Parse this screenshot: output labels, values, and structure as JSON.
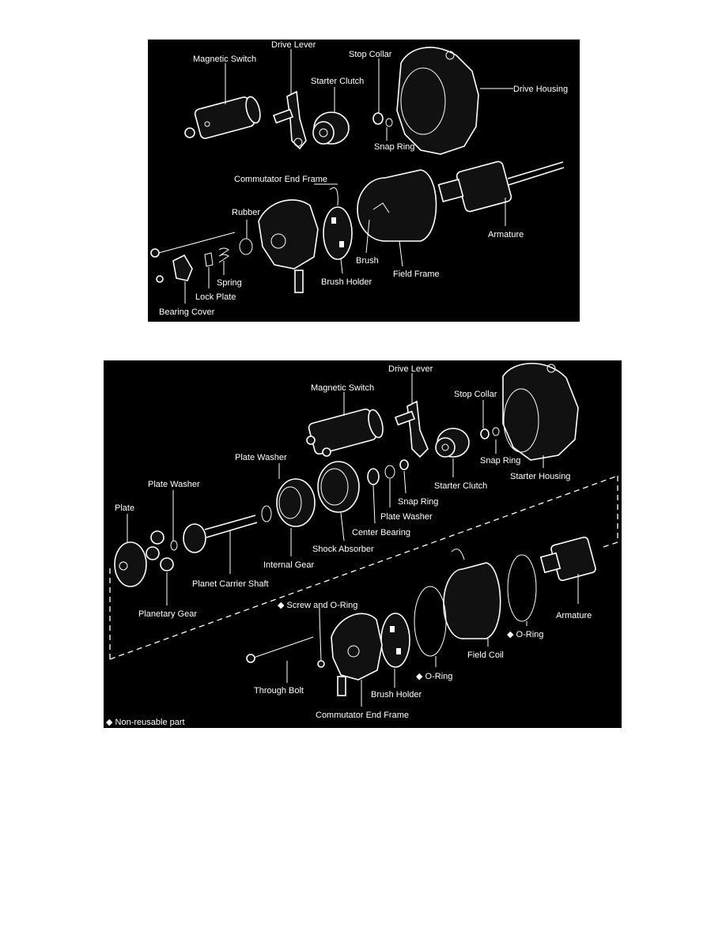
{
  "top_diagram": {
    "labels": {
      "magnetic_switch": "Magnetic Switch",
      "drive_lever": "Drive Lever",
      "stop_collar": "Stop Collar",
      "starter_clutch": "Starter Clutch",
      "drive_housing": "Drive Housing",
      "snap_ring": "Snap Ring",
      "commutator_end_frame": "Commutator End Frame",
      "rubber": "Rubber",
      "armature": "Armature",
      "brush": "Brush",
      "field_frame": "Field Frame",
      "brush_holder": "Brush Holder",
      "spring": "Spring",
      "lock_plate": "Lock Plate",
      "bearing_cover": "Bearing Cover"
    }
  },
  "bottom_diagram": {
    "labels": {
      "drive_lever": "Drive Lever",
      "magnetic_switch": "Magnetic Switch",
      "stop_collar": "Stop Collar",
      "plate_washer_top": "Plate Washer",
      "snap_ring_right": "Snap Ring",
      "starter_housing": "Starter Housing",
      "starter_clutch": "Starter Clutch",
      "plate_washer_left": "Plate Washer",
      "plate": "Plate",
      "snap_ring_mid": "Snap Ring",
      "plate_washer_mid": "Plate Washer",
      "center_bearing": "Center Bearing",
      "shock_absorber": "Shock Absorber",
      "internal_gear": "Internal Gear",
      "planet_carrier_shaft": "Planet Carrier Shaft",
      "planetary_gear": "Planetary Gear",
      "screw_and_o_ring": "Screw and O-Ring",
      "armature": "Armature",
      "o_ring_right": "O-Ring",
      "field_coil": "Field Coil",
      "o_ring_mid": "O-Ring",
      "through_bolt": "Through Bolt",
      "brush_holder": "Brush Holder",
      "commutator_end_frame": "Commutator End Frame"
    },
    "legend": {
      "symbol": "◆",
      "text": "Non-reusable part"
    }
  }
}
